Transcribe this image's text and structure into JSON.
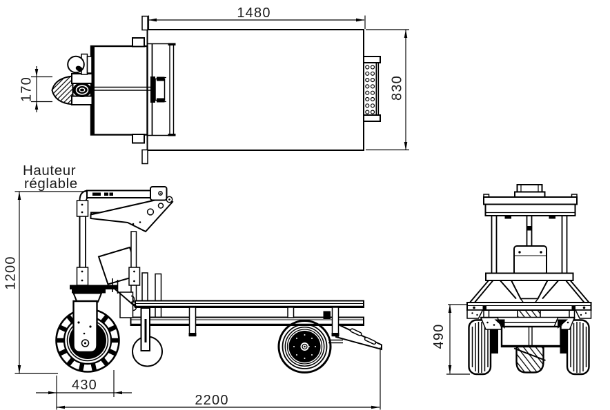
{
  "colors": {
    "line": "#000000",
    "background": "#ffffff"
  },
  "labels": {
    "height_line1": "Hauteur",
    "height_line2": "réglable"
  },
  "dims": {
    "platform_length": "1480",
    "platform_width": "830",
    "wheel_width": "170",
    "handle_height": "1200",
    "wheel_diameter": "430",
    "overall_length": "2200",
    "deck_height": "490"
  }
}
